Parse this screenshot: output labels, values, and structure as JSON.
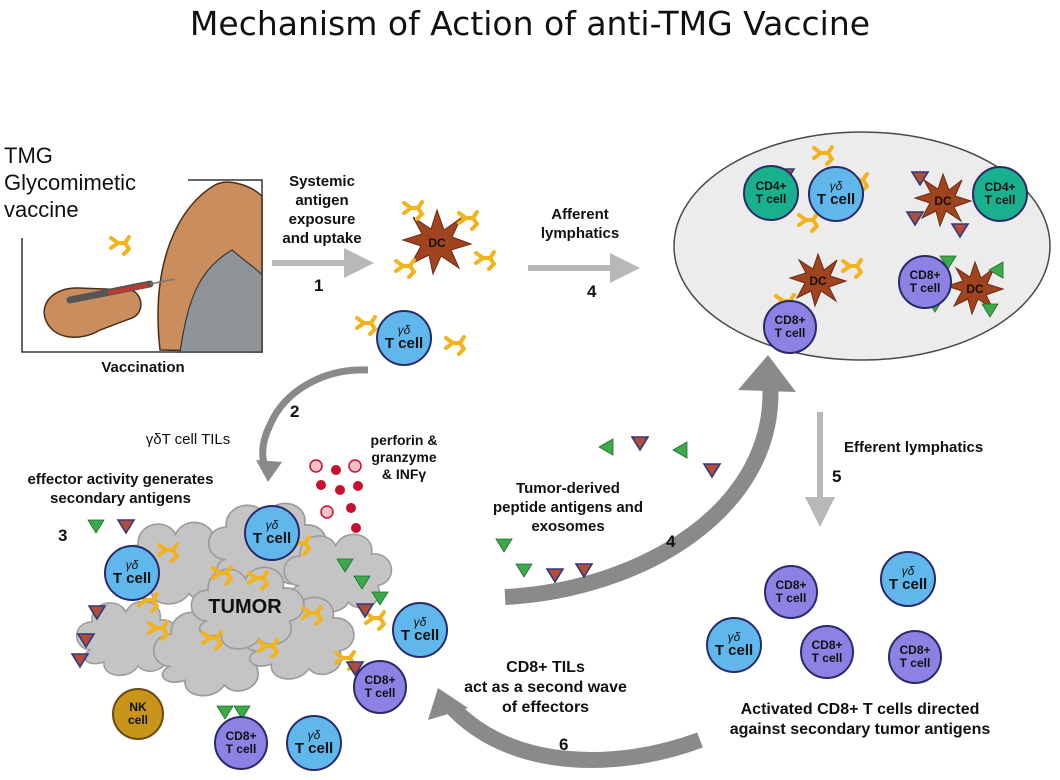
{
  "title": "Mechanism of Action of anti-TMG Vaccine",
  "vaccine": {
    "line1": "TMG",
    "line2": "Glycomimetic",
    "line3": "vaccine",
    "caption": "Vaccination"
  },
  "steps": {
    "s1": "1",
    "s2": "2",
    "s3": "3",
    "s4a": "4",
    "s4b": "4",
    "s5": "5",
    "s6": "6"
  },
  "labels": {
    "systemic": [
      "Systemic",
      "antigen",
      "exposure",
      "and uptake"
    ],
    "afferent": [
      "Afferent",
      "lymphatics"
    ],
    "gdtil": "γδT cell TILs",
    "effector": [
      "effector activity generates",
      "secondary antigens"
    ],
    "perforin": [
      "perforin &",
      "granzyme",
      "& INFγ"
    ],
    "tumor_derived": [
      "Tumor-derived",
      "peptide antigens and",
      "exosomes"
    ],
    "efferent": "Efferent lymphatics",
    "cd8til": [
      "CD8+ TILs",
      "act as a second wave",
      "of effectors"
    ],
    "activated": [
      "Activated CD8+ T cells directed",
      "against secondary tumor antigens"
    ]
  },
  "cells": {
    "dc": "DC",
    "gd_symbol": "γδ",
    "t_cell": "T cell",
    "cd8": "CD8+",
    "cd4": "CD4+",
    "nk1": "NK",
    "nk2": "cell",
    "tumor": "TUMOR"
  },
  "colors": {
    "gd_cell": "#5fb7ec",
    "cd8_cell": "#8c82e4",
    "cd4_cell": "#19b08e",
    "dc": "#a0431f",
    "tumor": "#c2c2c2",
    "glycan": "#f2b31c",
    "arrow_gray": "#8a8a8a",
    "lymph_node": "#ececec",
    "antigen_green": "#3caa4a",
    "antigen_red": "#b24b3a",
    "granule": "#c8102e"
  }
}
